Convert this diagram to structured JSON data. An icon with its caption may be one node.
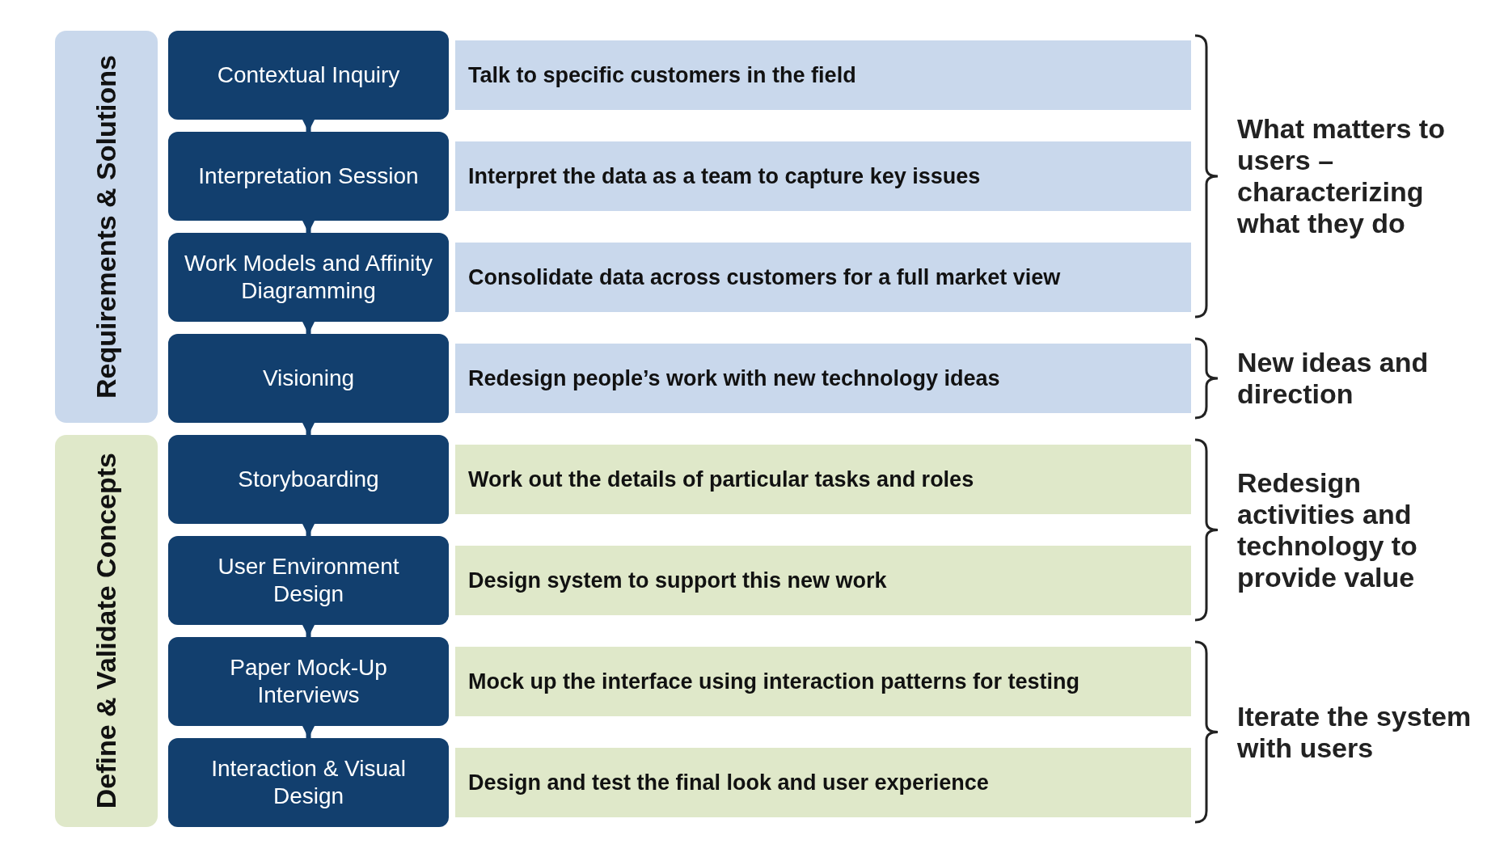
{
  "diagram": {
    "nodes": [
      {
        "text": [
          "Requirements & Solutions"
        ]
      },
      {
        "text": [
          "Define & Validate Concepts"
        ]
      },
      {
        "text": [
          "Contextual Inquiry"
        ]
      },
      {
        "text": [
          "Interpretation Session"
        ]
      },
      {
        "text": [
          "Work Models and Affinity Diagramming"
        ]
      },
      {
        "text": [
          "Visioning"
        ]
      },
      {
        "text": [
          "Storyboarding"
        ]
      },
      {
        "text": [
          "User Environment Design"
        ]
      },
      {
        "text": [
          "Paper Mock-Up Interviews"
        ]
      },
      {
        "text": [
          "Interaction & Visual Design"
        ]
      },
      {
        "text": [
          "Talk to specific customers in the field"
        ]
      },
      {
        "text": [
          "Interpret the data as a team to capture key issues"
        ]
      },
      {
        "text": [
          "Consolidate data across customers for a full market view"
        ]
      },
      {
        "text": [
          "Redesign people’s work with new technology ideas"
        ]
      },
      {
        "text": [
          "Work out the details of particular tasks and roles"
        ]
      },
      {
        "text": [
          "Design system to support this new work"
        ]
      },
      {
        "text": [
          "Mock up the interface using interaction patterns for testing"
        ]
      },
      {
        "text": [
          "Design and test the final look and user experience"
        ]
      }
    ],
    "edges": [
      {
        "from": 2,
        "to": 3,
        "arrow": "to"
      },
      {
        "from": 3,
        "to": 4,
        "arrow": "to"
      },
      {
        "from": 4,
        "to": 5,
        "arrow": "to"
      },
      {
        "from": 5,
        "to": 6,
        "arrow": "to"
      },
      {
        "from": 6,
        "to": 7,
        "arrow": "to"
      },
      {
        "from": 7,
        "to": 8,
        "arrow": "to"
      },
      {
        "from": 8,
        "to": 9,
        "arrow": "to"
      }
    ],
    "labels": [
      "What matters to users – characterizing what they do",
      "New ideas and direction",
      "Redesign activities and technology to provide value",
      "Iterate the system with users"
    ]
  }
}
